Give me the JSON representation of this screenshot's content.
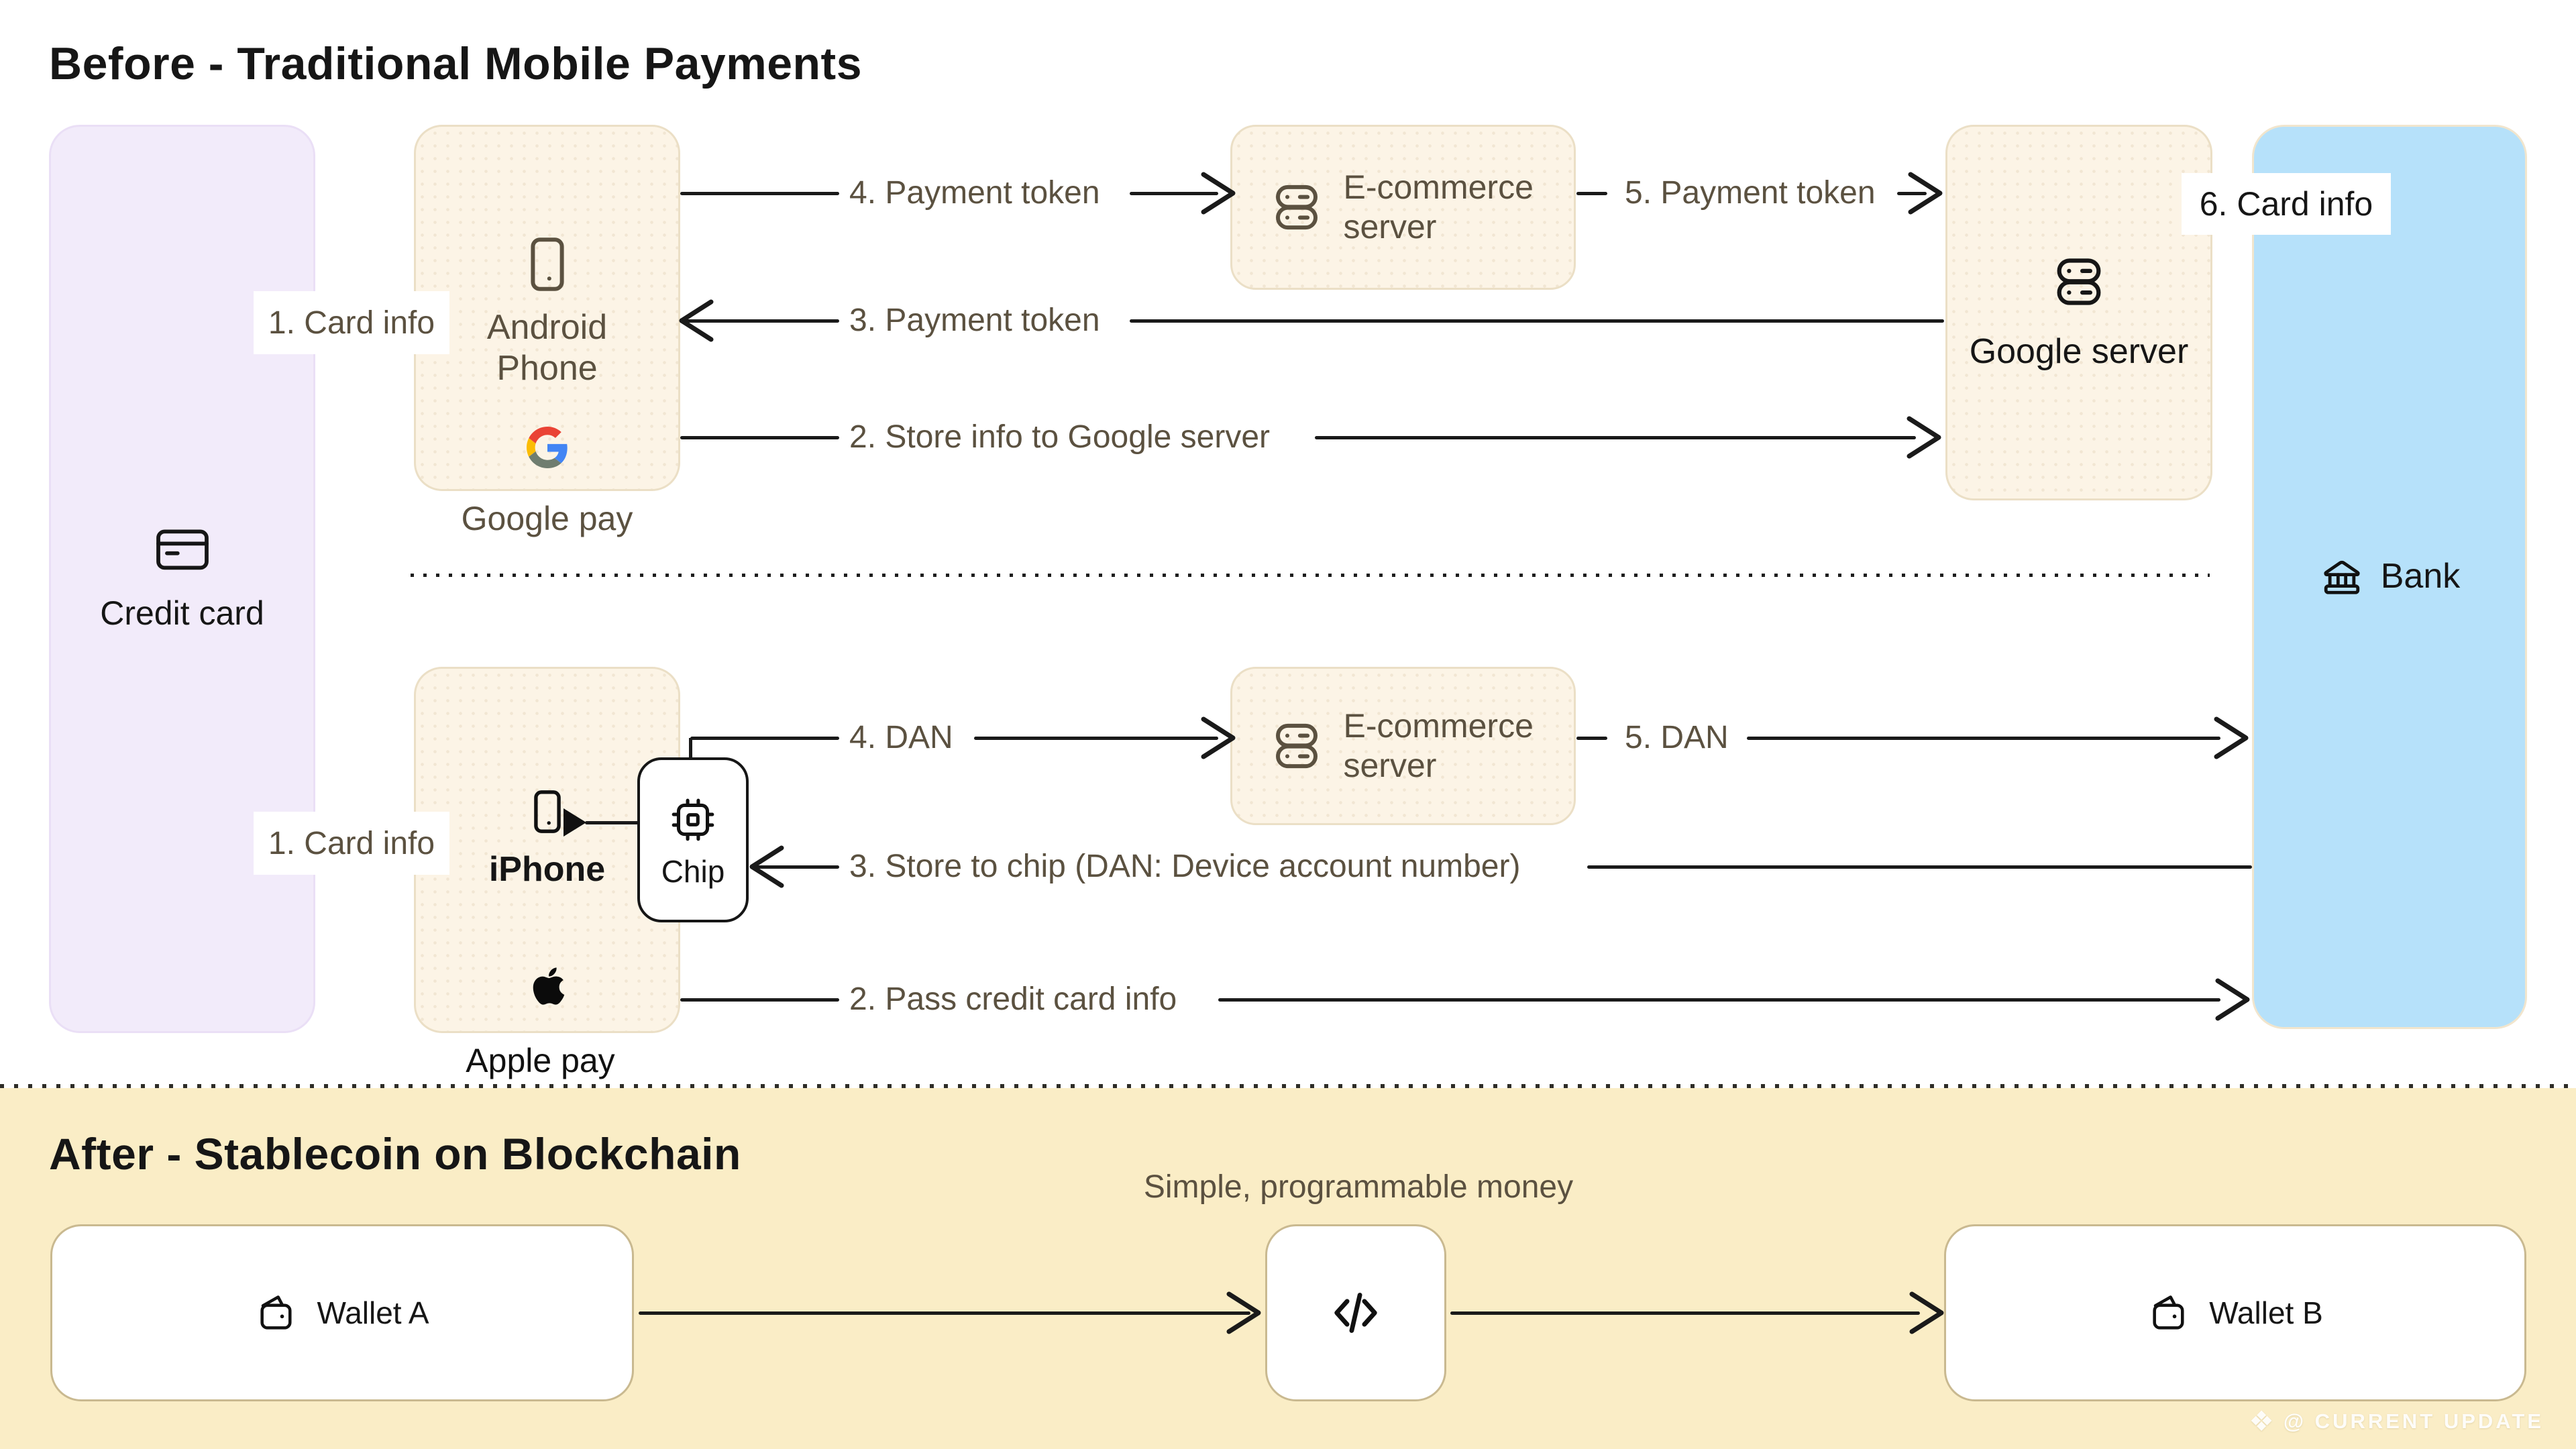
{
  "before": {
    "title": "Before - Traditional Mobile Payments",
    "credit_card": {
      "label": "Credit card"
    },
    "bank": {
      "label": "Bank"
    },
    "google_flow": {
      "phone_label": "Android Phone",
      "phone_caption": "Google pay",
      "ecommerce_label": "E-commerce server",
      "google_server_label": "Google server",
      "steps": {
        "s1": "1. Card info",
        "s2": "2. Store info to Google server",
        "s3": "3. Payment token",
        "s4": "4. Payment token",
        "s5": "5. Payment token",
        "s6": "6. Card info"
      }
    },
    "apple_flow": {
      "phone_label": "iPhone",
      "phone_caption": "Apple pay",
      "chip_label": "Chip",
      "ecommerce_label": "E-commerce server",
      "steps": {
        "s1": "1. Card info",
        "s2": "2. Pass credit card info",
        "s3": "3. Store to chip (DAN: Device account number)",
        "s4": "4. DAN",
        "s5": "5. DAN"
      }
    }
  },
  "after": {
    "title": "After - Stablecoin on Blockchain",
    "subtitle": "Simple, programmable money",
    "wallet_a": {
      "label": "Wallet A"
    },
    "wallet_b": {
      "label": "Wallet B"
    }
  },
  "watermark": {
    "text": "@ CURRENT UPDATE"
  },
  "colors": {
    "canvas_bg": "#FFFFFF",
    "credit_card_bg": "#F2EBFA",
    "device_box_bg": "#FCF4E6",
    "device_box_border": "#EBDFC6",
    "bank_bg": "#B6E1FA",
    "after_section_bg": "#FAEDC6",
    "flow_label_text": "#5B5140",
    "ink": "#161616",
    "wallet_box_border": "#C9B990",
    "google_red": "#EA4335",
    "google_blue": "#4285F4",
    "google_yellow": "#FBBC05",
    "google_green_muted": "#6F7D6F"
  }
}
